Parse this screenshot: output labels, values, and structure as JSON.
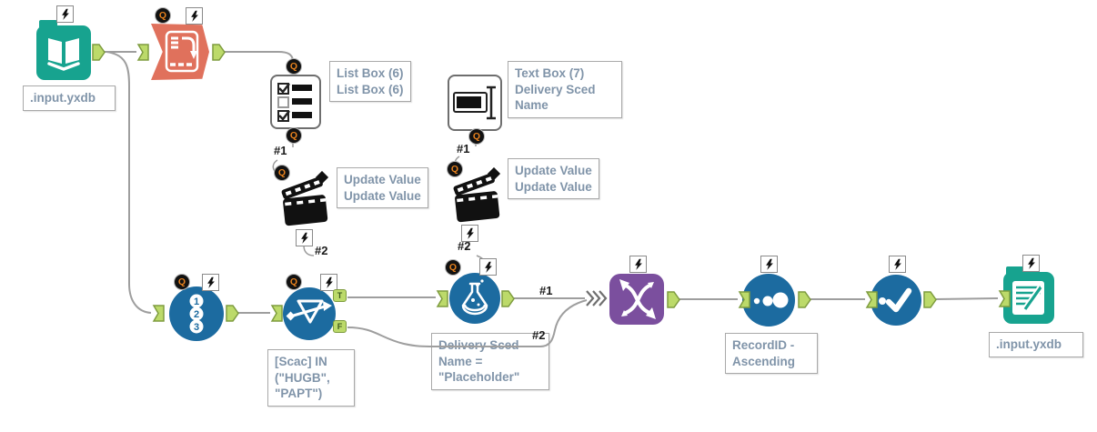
{
  "app": "workflow-canvas",
  "anchor_letters": {
    "question": "Q",
    "true": "T",
    "false": "F"
  },
  "tool_icons": [
    "input-data-tool",
    "transpose-tool",
    "list-box-interface-tool",
    "text-box-interface-tool",
    "action-update-value-tool",
    "action-update-value-tool",
    "record-id-tool",
    "filter-tool",
    "formula-tool",
    "union-tool",
    "sort-tool",
    "unique-tool",
    "output-data-tool"
  ],
  "annotations": {
    "input": ".input.yxdb",
    "listbox": [
      "List Box (6)",
      "List Box (6)"
    ],
    "textbox": [
      "Text Box (7)",
      "Delivery Sced",
      "Name"
    ],
    "action1": [
      "Update Value",
      "Update Value"
    ],
    "action2": [
      "Update Value",
      "Update Value"
    ],
    "filter": [
      "[Scac] IN",
      "(\"HUGB\",",
      "\"PAPT\")"
    ],
    "formula": [
      "Delivery Sced",
      "Name =",
      "\"Placeholder\""
    ],
    "sort": [
      "RecordID -",
      "Ascending"
    ],
    "output": ".input.yxdb"
  },
  "connection_labels": {
    "listbox_q": "#1",
    "textbox_q": "#1",
    "action1_out": "#2",
    "action2_out": "#2",
    "union_in_1": "#1",
    "union_in_2": "#2"
  },
  "colors": {
    "teal": "#17A38F",
    "orange": "#E0715C",
    "blue": "#1C6BA0",
    "purple": "#7B4F9E",
    "anchor_green": "#BCDA6A",
    "anchor_border": "#7E9C3F",
    "wire_gray": "#9E9E9E",
    "annotation_text": "#8094A9",
    "q_badge_letter": "#E8821E"
  }
}
